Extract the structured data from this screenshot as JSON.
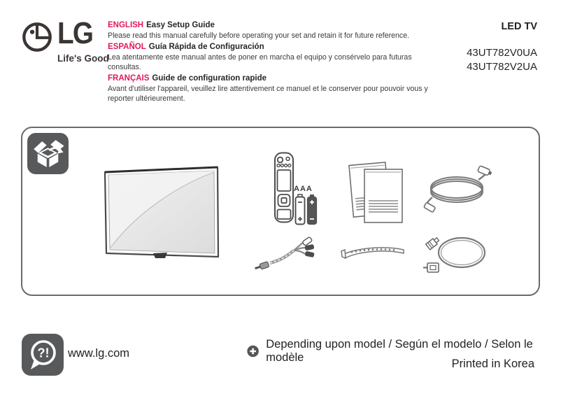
{
  "brand": {
    "logo_text": "LG",
    "tagline": "Life's Good"
  },
  "header": {
    "languages": [
      {
        "lang": "ENGLISH",
        "title": "Easy Setup Guide",
        "body": "Please read this manual carefully before operating your set and retain it for future reference."
      },
      {
        "lang": "ESPAÑOL",
        "title": "Guía Rápida de Configuración",
        "body": "Lea atentamente este manual antes de poner en marcha el equipo y consérvelo para futuras consultas."
      },
      {
        "lang": "FRANÇAIS",
        "title": "Guide de configuration rapide",
        "body": "Avant d'utiliser l'appareil, veuillez lire attentivement ce manuel et le conserver pour pouvoir vous y reporter ultérieurement."
      }
    ],
    "product_type": "LED TV",
    "models": [
      "43UT782V0UA",
      "43UT782V2UA"
    ]
  },
  "accessories": {
    "battery_label": "AAA"
  },
  "footer": {
    "website": "www.lg.com",
    "help_glyph": "?!",
    "note": "Depending upon model / Según el modelo / Selon le modèle",
    "printed": "Printed in Korea"
  },
  "colors": {
    "accent_red": "#e0195e",
    "icon_dark": "#58595b",
    "box_border": "#6a6a6a"
  }
}
